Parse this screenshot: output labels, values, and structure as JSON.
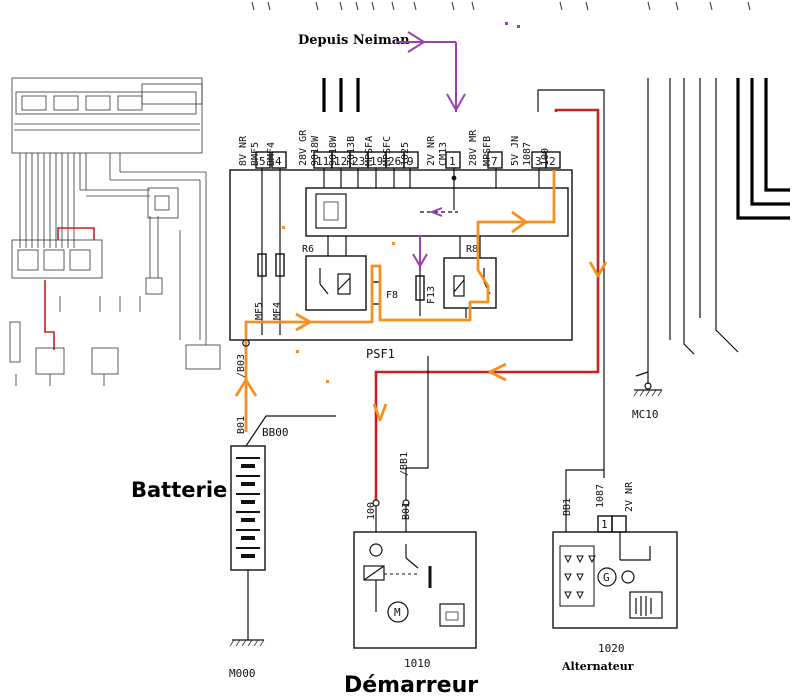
{
  "annotations": {
    "depuis_neiman": "Depuis Neiman",
    "batterie": "Batterie",
    "demarreur": "Démarreur",
    "alternateur": "Alternateur"
  },
  "psf": {
    "label": "PSF1",
    "pins": [
      {
        "num": "5",
        "label": "8V NR",
        "sub": "BMF5"
      },
      {
        "num": "4",
        "label": "",
        "sub": "BMF4"
      },
      {
        "num": "11",
        "label": "28V GR",
        "sub": "9018W"
      },
      {
        "num": "12",
        "label": "",
        "sub": "9018W"
      },
      {
        "num": "23",
        "label": "",
        "sub": "Z013B"
      },
      {
        "num": "19",
        "label": "",
        "sub": "MPSFA"
      },
      {
        "num": "26",
        "label": "",
        "sub": "MPSFC"
      },
      {
        "num": "9",
        "label": "",
        "sub": "1025"
      },
      {
        "num": "1",
        "label": "2V NR",
        "sub": "CM13"
      },
      {
        "num": "7",
        "label": "28V MR",
        "sub": "MPSFB"
      },
      {
        "num": "3",
        "label": "5V JN",
        "sub": "1087"
      },
      {
        "num": "2",
        "label": "",
        "sub": "100"
      }
    ],
    "fuses": [
      "MF5",
      "MF4",
      "F8",
      "F13"
    ],
    "relays": [
      "R6",
      "R8"
    ]
  },
  "wires": {
    "b03": "/B03",
    "b01_left": "B01",
    "bb00": "BB00",
    "bb1_starter": "/BB1",
    "w100_starter": "100",
    "b01_starter": "B01",
    "bb1_alt": "BB1",
    "w1087_alt": "1087",
    "alt_2v_nr": "2V NR",
    "alt_pin": "1"
  },
  "grounds": {
    "m000": "M000",
    "mc10": "MC10"
  },
  "components": {
    "starter_id": "1010",
    "alternator_id": "1020"
  },
  "colors": {
    "orange_path": "#f39220",
    "red_wire": "#cc1f1f",
    "purple_path": "#9b3fb5",
    "line": "#111111"
  }
}
